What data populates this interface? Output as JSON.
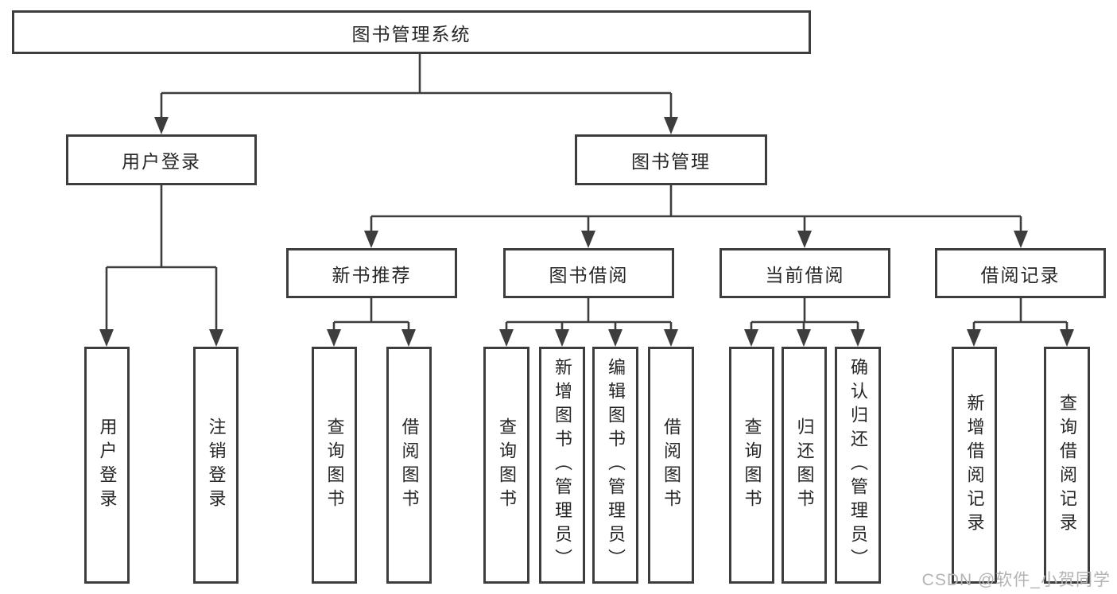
{
  "colors": {
    "line": "#3d3d3d",
    "box_border": "#3d3d3d",
    "text": "#262626",
    "watermark": "#b5b3b4",
    "background": "#ffffff"
  },
  "watermark": {
    "text": "CSDN @软件_小贺同学"
  },
  "tree": {
    "root": {
      "label": "图书管理系统"
    },
    "children": [
      {
        "label": "用户登录",
        "children": [
          {
            "label": "用户登录"
          },
          {
            "label": "注销登录"
          }
        ]
      },
      {
        "label": "图书管理",
        "children": [
          {
            "label": "新书推荐",
            "children": [
              {
                "label": "查询图书"
              },
              {
                "label": "借阅图书"
              }
            ]
          },
          {
            "label": "图书借阅",
            "children": [
              {
                "label": "查询图书"
              },
              {
                "label": "新增图书（管理员）"
              },
              {
                "label": "编辑图书（管理员）"
              },
              {
                "label": "借阅图书"
              }
            ]
          },
          {
            "label": "当前借阅",
            "children": [
              {
                "label": "查询图书"
              },
              {
                "label": "归还图书"
              },
              {
                "label": "确认归还（管理员）"
              }
            ]
          },
          {
            "label": "借阅记录",
            "children": [
              {
                "label": "新增借阅记录"
              },
              {
                "label": "查询借阅记录"
              }
            ]
          }
        ]
      }
    ]
  }
}
